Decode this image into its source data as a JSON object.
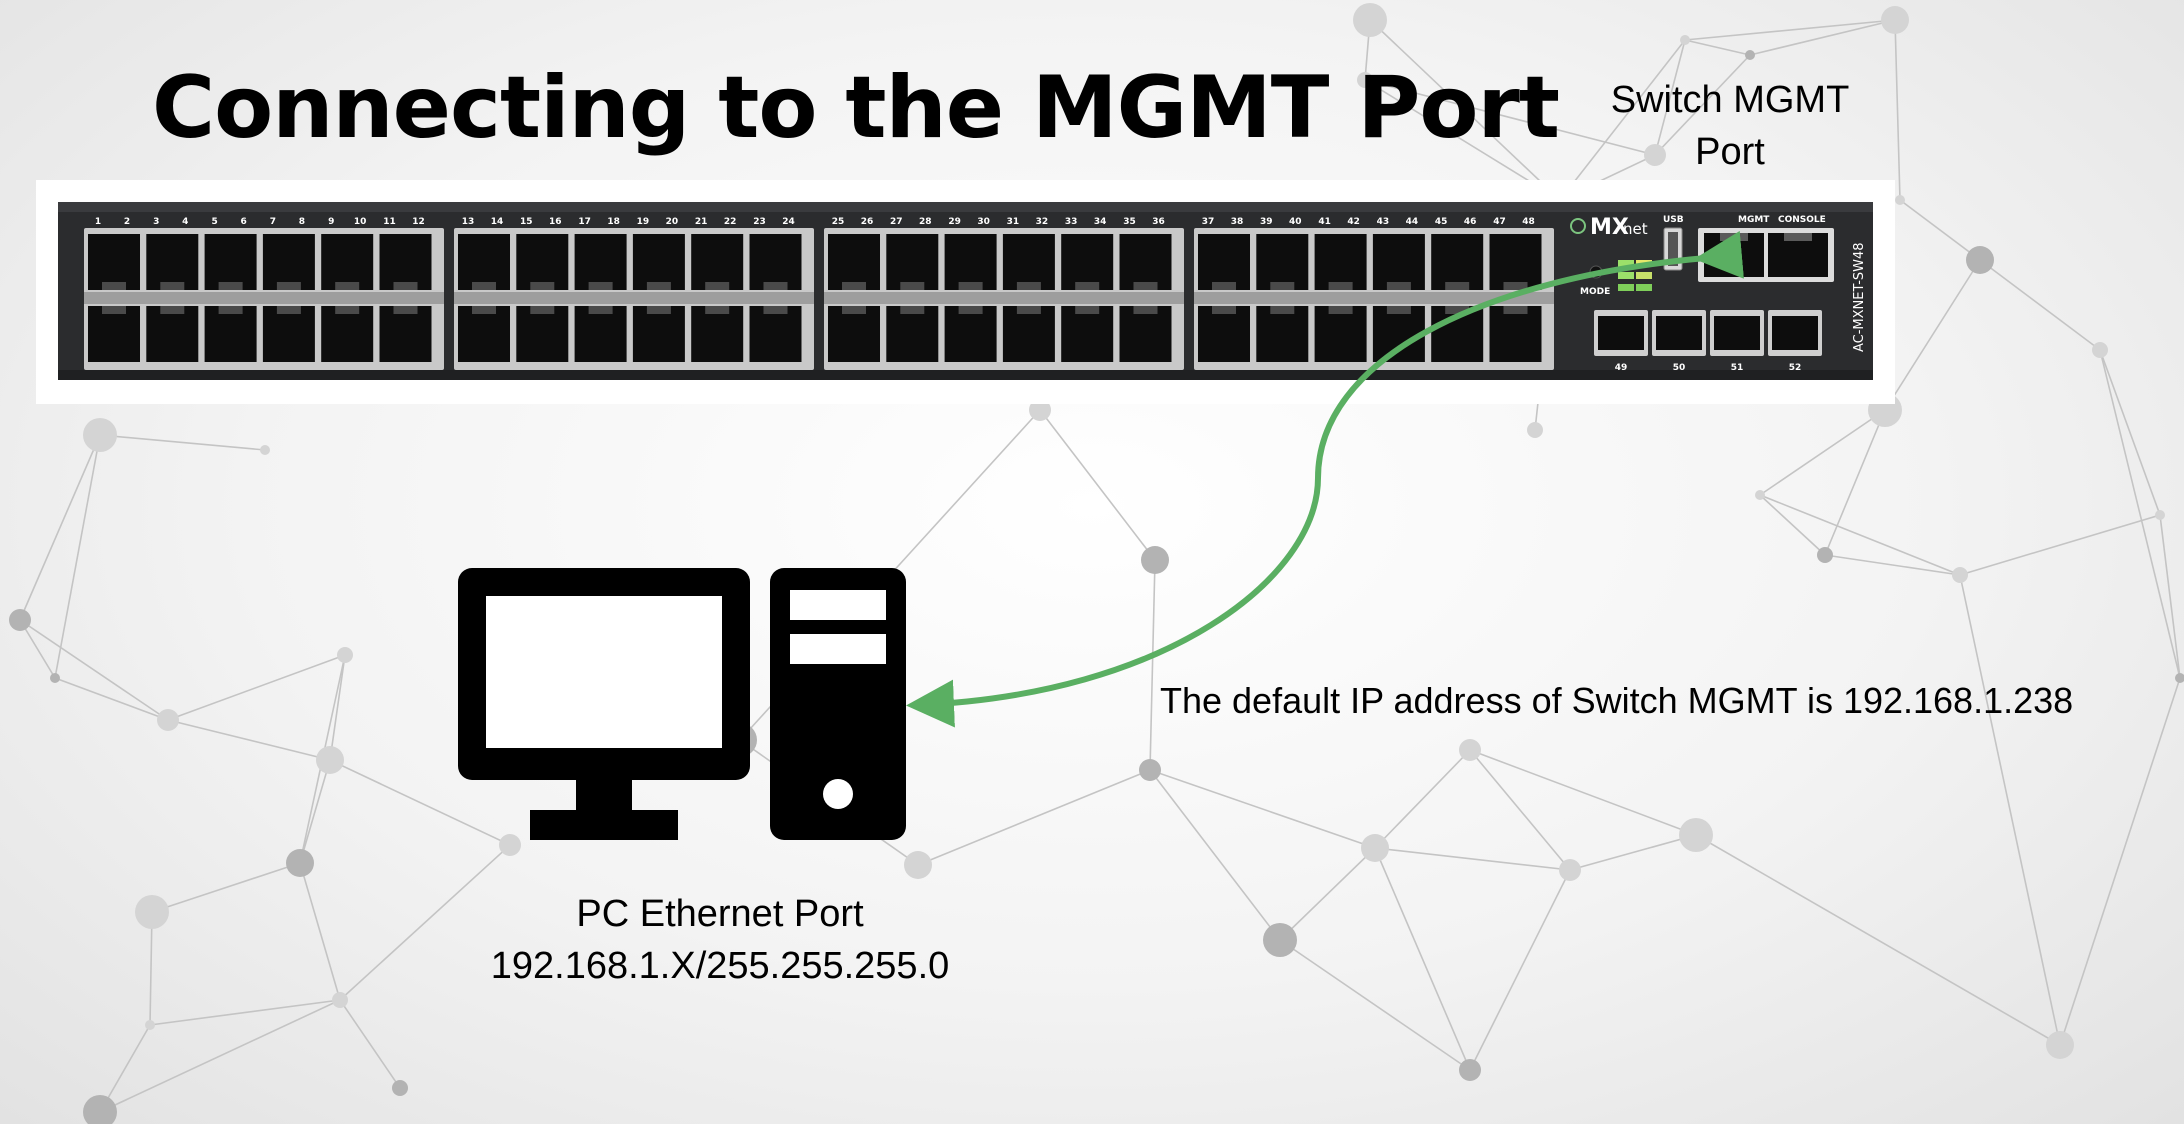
{
  "title": "Connecting to the MGMT Port",
  "labels": {
    "mgmt_line1": "Switch MGMT",
    "mgmt_line2": "Port",
    "default_ip": "The default IP address of Switch MGMT is 192.168.1.238",
    "pc_line1": "PC Ethernet Port",
    "pc_line2": "192.168.1.X/255.255.255.0"
  },
  "switch": {
    "brand_main": "MX",
    "brand_sub": "net",
    "model": "AC-MXNET-SW48",
    "usb_label": "USB",
    "mode_label": "MODE",
    "mgmt_port_label": "MGMT",
    "console_port_label": "CONSOLE",
    "port_numbers": [
      "1",
      "2",
      "3",
      "4",
      "5",
      "6",
      "7",
      "8",
      "9",
      "10",
      "11",
      "12",
      "13",
      "14",
      "15",
      "16",
      "17",
      "18",
      "19",
      "20",
      "21",
      "22",
      "23",
      "24",
      "25",
      "26",
      "27",
      "28",
      "29",
      "30",
      "31",
      "32",
      "33",
      "34",
      "35",
      "36",
      "37",
      "38",
      "39",
      "40",
      "41",
      "42",
      "43",
      "44",
      "45",
      "46",
      "47",
      "48"
    ],
    "sfp_numbers": [
      "49",
      "50",
      "51",
      "52"
    ]
  },
  "colors": {
    "cable": "#5aaf62",
    "switch_body": "#2b2c2e",
    "text": "#000000"
  },
  "icons": {
    "computer": "desktop-computer-icon"
  }
}
